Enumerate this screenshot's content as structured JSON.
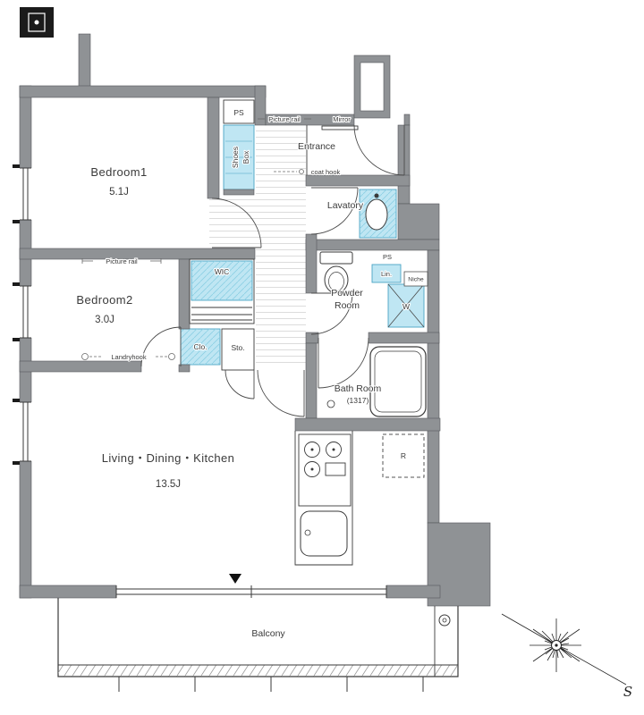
{
  "colors": {
    "wall": "#8f9295",
    "fixture_fill": "#bfe6f3",
    "fixture_stroke": "#4aa3c4",
    "line": "#2f2f2f"
  },
  "rooms": {
    "bedroom1": {
      "name": "Bedroom1",
      "area": "5.1J"
    },
    "bedroom2": {
      "name": "Bedroom2",
      "area": "3.0J"
    },
    "ldk": {
      "name": "Living・Dining・Kitchen",
      "area": "13.5J"
    },
    "entrance": {
      "name": "Entrance"
    },
    "lavatory": {
      "name": "Lavatory"
    },
    "powder_room": {
      "line1": "Powder",
      "line2": "Room"
    },
    "bath": {
      "name": "Bath Room",
      "size": "(1317)"
    },
    "balcony": {
      "name": "Balcony"
    },
    "wic": {
      "name": "WIC"
    }
  },
  "fixtures": {
    "shoes_box": {
      "line1": "Shoes",
      "line2": "Box"
    },
    "closet": "Clo.",
    "storage": "Sto.",
    "linen": "Lin.",
    "washer": "W",
    "refrigerator": "R",
    "ps_top": "PS",
    "ps_side": "PS",
    "niche": "Niche"
  },
  "annotations": {
    "picture_rail_entrance": "Picture rail",
    "mirror": "Mirror",
    "coat_hook": "coat hook",
    "picture_rail_bedroom2": "Picture rail",
    "laundry_hook": "Landryhook",
    "compass_letter": "S"
  }
}
